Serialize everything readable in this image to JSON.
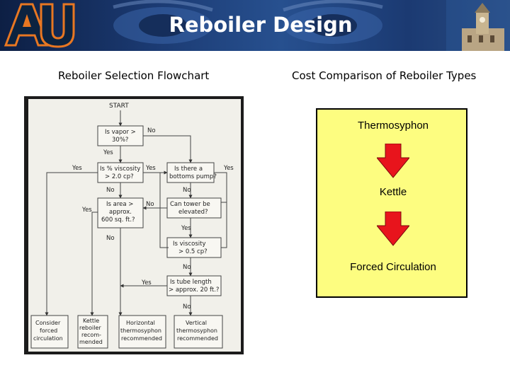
{
  "header": {
    "title": "Reboiler Design",
    "logo_text": "AU"
  },
  "left_panel": {
    "heading": "Reboiler Selection Flowchart",
    "flowchart": {
      "start": "START",
      "q_vapor": [
        "Is vapor >",
        "30%?"
      ],
      "q_viscosity": [
        "Is % viscosity",
        "> 2.0 cp?"
      ],
      "q_pump": [
        "Is there a",
        "bottoms pump?"
      ],
      "q_area": [
        "Is area >",
        "approx.",
        "600 sq. ft.?"
      ],
      "q_tower": [
        "Can tower be",
        "elevated?"
      ],
      "q_visc05": [
        "Is viscosity",
        "> 0.5 cp?"
      ],
      "q_tube": [
        "Is tube length",
        "> approx. 20 ft.?"
      ],
      "r_forced": [
        "Consider",
        "forced",
        "circulation"
      ],
      "r_kettle": [
        "Kettle",
        "reboiler",
        "recom-",
        "mended"
      ],
      "r_horizontal": [
        "Horizontal",
        "thermosyphon",
        "recommended"
      ],
      "r_vertical": [
        "Vertical",
        "thermosyphon",
        "recommended"
      ],
      "yes": "Yes",
      "no": "No"
    }
  },
  "right_panel": {
    "heading": "Cost Comparison of Reboiler Types",
    "items": [
      "Thermosyphon",
      "Kettle",
      "Forced Circulation"
    ],
    "arrow_color": "#e8141c",
    "box_color": "#fdfd80"
  },
  "colors": {
    "banner": "#1b3a72",
    "logo_orange": "#e87722",
    "logo_navy": "#0c2340"
  }
}
